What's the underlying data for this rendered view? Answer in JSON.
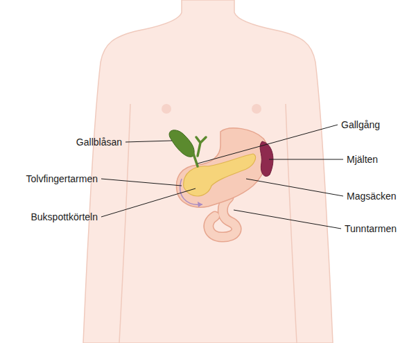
{
  "diagram": {
    "labels": [
      "Gallgång",
      "Gallblåsan",
      "Mjälten",
      "Tolvfingertarmen",
      "Magsäcken",
      "Bukspottkörteln",
      "Tunntarmen"
    ]
  }
}
